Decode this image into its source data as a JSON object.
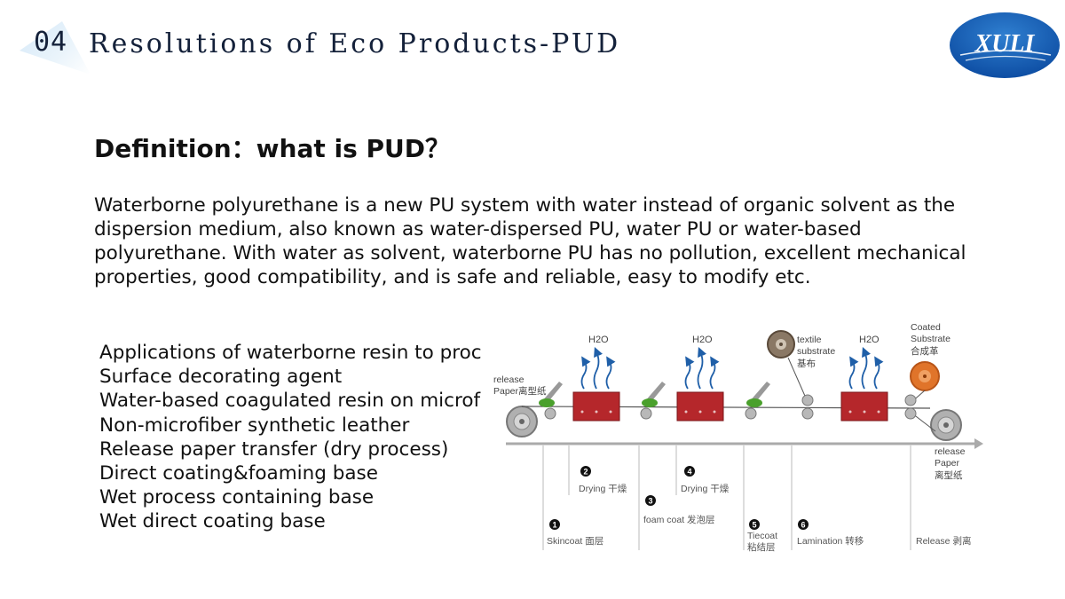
{
  "header": {
    "section_number": "04",
    "title": "Resolutions of Eco Products-PUD",
    "logo_text": "XULI"
  },
  "definition": {
    "heading": "Definition：what is PUD？",
    "body": "Waterborne polyurethane is a new PU system with water instead of organic solvent as the dispersion medium, also known as water-dispersed PU, water PU or water-based polyurethane.  With water as solvent, waterborne PU has no pollution, excellent mechanical properties, good compatibility, and is safe and reliable, easy to modify etc."
  },
  "applications": [
    "Applications of waterborne resin to proc",
    "Surface decorating agent",
    "Water-based coagulated resin on microf",
    "Non-microfiber synthetic leather",
    "Release paper transfer (dry process)",
    "Direct coating&foaming base",
    "Wet process containing base",
    "Wet direct coating base"
  ],
  "diagram": {
    "h2o": "H2O",
    "release_paper_in": [
      "release",
      "Paper离型纸"
    ],
    "textile_substrate": [
      "textile",
      "substrate",
      "基布"
    ],
    "coated_substrate": [
      "Coated",
      "Substrate",
      "合成革"
    ],
    "release_paper_out": [
      "release",
      "Paper",
      "离型纸"
    ],
    "steps": [
      {
        "num": "1",
        "label": "Skincoat 面层"
      },
      {
        "num": "2",
        "label": "Drying 干燥"
      },
      {
        "num": "3",
        "label": "foam coat 发泡层"
      },
      {
        "num": "4",
        "label": "Drying 干燥"
      },
      {
        "num": "5",
        "label": "Tiecoat",
        "label2": "粘结层"
      },
      {
        "num": "6",
        "label": "Lamination 转移"
      },
      {
        "num": "",
        "label": "Release 剥离"
      }
    ],
    "colors": {
      "oven": "#b5272b",
      "arrow": "#1f5fa8",
      "blade": "#4aa02c",
      "roller": "#9b9b9b",
      "coated_roll": "#e0742a"
    }
  }
}
